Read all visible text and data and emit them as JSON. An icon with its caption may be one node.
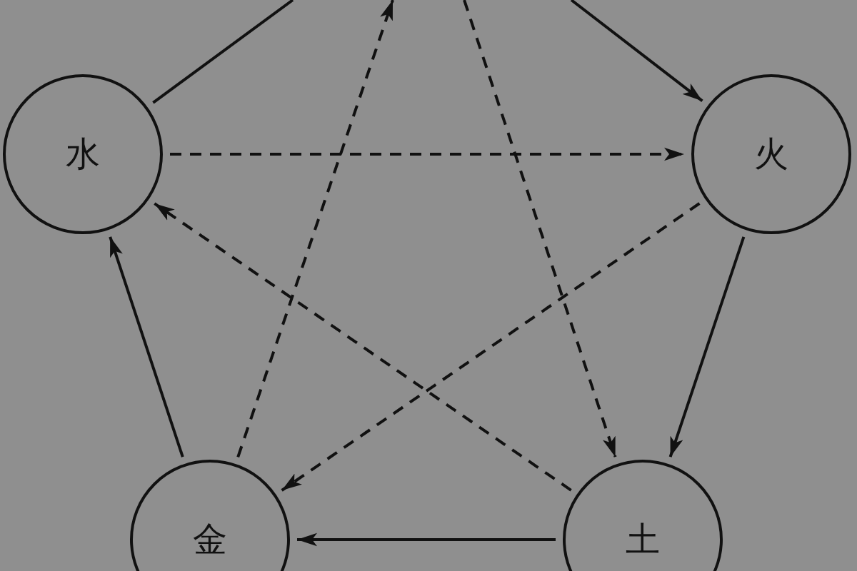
{
  "diagram": {
    "nodes": [
      {
        "text": [
          "水"
        ]
      },
      {
        "text": [
          "火"
        ]
      },
      {
        "text": [
          "金"
        ]
      },
      {
        "text": [
          "土"
        ]
      }
    ],
    "edges": [
      {
        "from": 0,
        "to": null,
        "arrow": "none"
      },
      {
        "from": null,
        "to": 1,
        "arrow": "to"
      },
      {
        "from": 1,
        "to": 3,
        "arrow": "to"
      },
      {
        "from": 3,
        "to": 2,
        "arrow": "to"
      },
      {
        "from": 2,
        "to": 0,
        "arrow": "to"
      },
      {
        "from": 0,
        "to": 1,
        "arrow": "to",
        "style": "dashed"
      },
      {
        "from": 1,
        "to": 2,
        "arrow": "to",
        "style": "dashed"
      },
      {
        "from": 2,
        "to": null,
        "arrow": "to",
        "style": "dashed"
      },
      {
        "from": null,
        "to": 3,
        "arrow": "to",
        "style": "dashed"
      },
      {
        "from": 3,
        "to": 0,
        "arrow": "to",
        "style": "dashed"
      }
    ]
  }
}
